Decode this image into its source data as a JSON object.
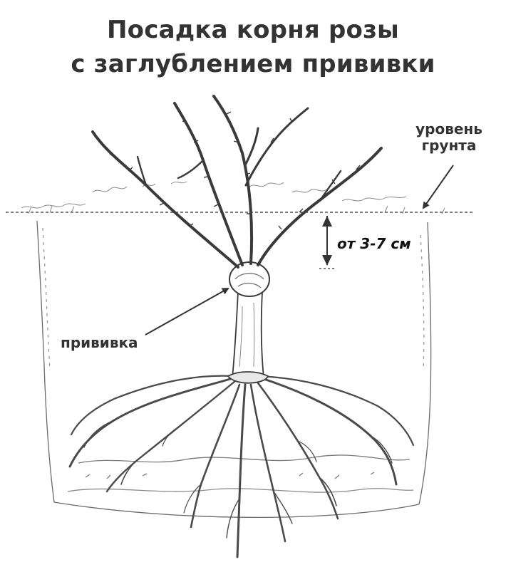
{
  "title": {
    "line1": "Посадка корня розы",
    "line2": "с заглублением прививки"
  },
  "labels": {
    "soil_level_line1": "уровень",
    "soil_level_line2": "грунта",
    "depth": "от 3-7 см",
    "graft": "прививка"
  },
  "colors": {
    "ink": "#333333",
    "sketch": "#4a4a4a",
    "background": "#ffffff"
  }
}
